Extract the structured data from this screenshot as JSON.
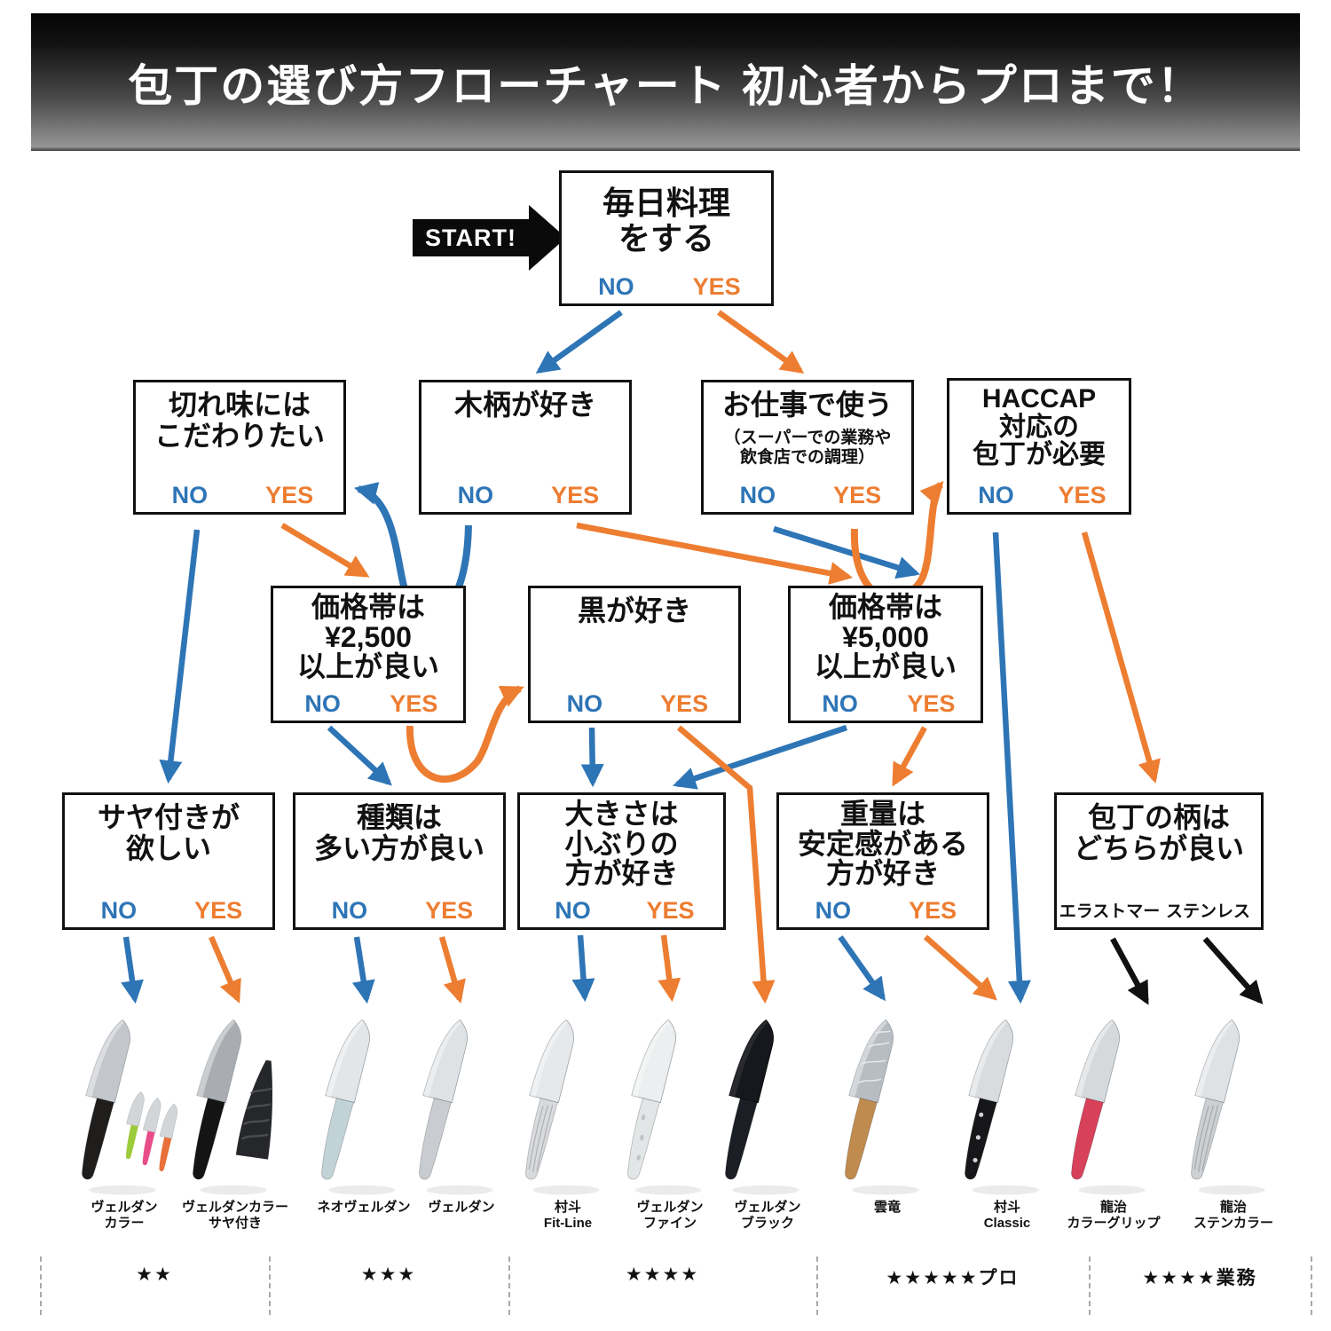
{
  "title": "包丁の選び方フローチャート 初心者からプロまで！",
  "start_label": "START!",
  "colors": {
    "no_blue": "#2E75B6",
    "yes_orange": "#ED7D31",
    "black_arrow": "#111111",
    "banner_top": "#050505",
    "banner_bottom": "#959595"
  },
  "nodes": {
    "cook": {
      "text": "毎日料理\nをする",
      "no": "NO",
      "yes": "YES"
    },
    "sharp": {
      "text": "切れ味には\nこだわりたい",
      "no": "NO",
      "yes": "YES"
    },
    "wood": {
      "text": "木柄が好き",
      "no": "NO",
      "yes": "YES"
    },
    "work": {
      "text": "お仕事で使う",
      "sub": "（スーパーでの業務や\n飲食店での調理）",
      "no": "NO",
      "yes": "YES"
    },
    "haccap": {
      "text": "HACCAP\n対応の\n包丁が必要",
      "no": "NO",
      "yes": "YES"
    },
    "p2500": {
      "text": "価格帯は\n¥2,500\n以上が良い",
      "no": "NO",
      "yes": "YES"
    },
    "kuro": {
      "text": "黒が好き",
      "no": "NO",
      "yes": "YES"
    },
    "p5000": {
      "text": "価格帯は\n¥5,000\n以上が良い",
      "no": "NO",
      "yes": "YES"
    },
    "saya": {
      "text": "サヤ付きが\n欲しい",
      "no": "NO",
      "yes": "YES"
    },
    "types": {
      "text": "種類は\n多い方が良い",
      "no": "NO",
      "yes": "YES"
    },
    "size": {
      "text": "大きさは\n小ぶりの\n方が好き",
      "no": "NO",
      "yes": "YES"
    },
    "weight": {
      "text": "重量は\n安定感がある\n方が好き",
      "no": "NO",
      "yes": "YES"
    },
    "handle": {
      "text": "包丁の柄は\nどちらが良い",
      "option_left": "エラストマー",
      "option_right": "ステンレス"
    }
  },
  "products": [
    {
      "name": "ヴェルダン\nカラー",
      "blade": "#c3c7cb",
      "handle": "#201e1c",
      "extra": "mini-set",
      "mini_colors": [
        "#9ccb3b",
        "#e84d8a",
        "#e8703a"
      ]
    },
    {
      "name": "ヴェルダンカラー\nサヤ付き",
      "blade": "#a9adb2",
      "handle": "#141414",
      "extra": "sheath"
    },
    {
      "name": "ネオヴェルダン",
      "blade": "#e3e6e8",
      "handle": "#c2d3d8"
    },
    {
      "name": "ヴェルダン",
      "blade": "#dfe2e4",
      "handle": "#c9cdd1"
    },
    {
      "name": "村斗\nFit-Line",
      "blade": "#e6e8ea",
      "handle": "#d8dadd",
      "deco": "ridges"
    },
    {
      "name": "ヴェルダン\nファイン",
      "blade": "#eceeef",
      "handle": "#e2e6e6",
      "deco": "dimples"
    },
    {
      "name": "ヴェルダン\nブラック",
      "blade": "#16181d",
      "handle": "#1b1e24"
    },
    {
      "name": "雲竜",
      "blade": "#b7bdc2",
      "handle": "#c08b4f",
      "deco": "damascus"
    },
    {
      "name": "村斗\nClassic",
      "blade": "#d9dcde",
      "handle": "#17171a",
      "deco": "rivets"
    },
    {
      "name": "龍治\nカラーグリップ",
      "blade": "#d6d9db",
      "handle": "#d8415a"
    },
    {
      "name": "龍治\nステンカラー",
      "blade": "#dfe2e4",
      "handle": "#ccd0d3",
      "deco": "ridges"
    }
  ],
  "ratings": [
    {
      "stars": "★★",
      "suffix": ""
    },
    {
      "stars": "★★★",
      "suffix": ""
    },
    {
      "stars": "★★★★",
      "suffix": ""
    },
    {
      "stars": "★★★★★",
      "suffix": "プロ"
    },
    {
      "stars": "★★★★",
      "suffix": "業務"
    }
  ]
}
